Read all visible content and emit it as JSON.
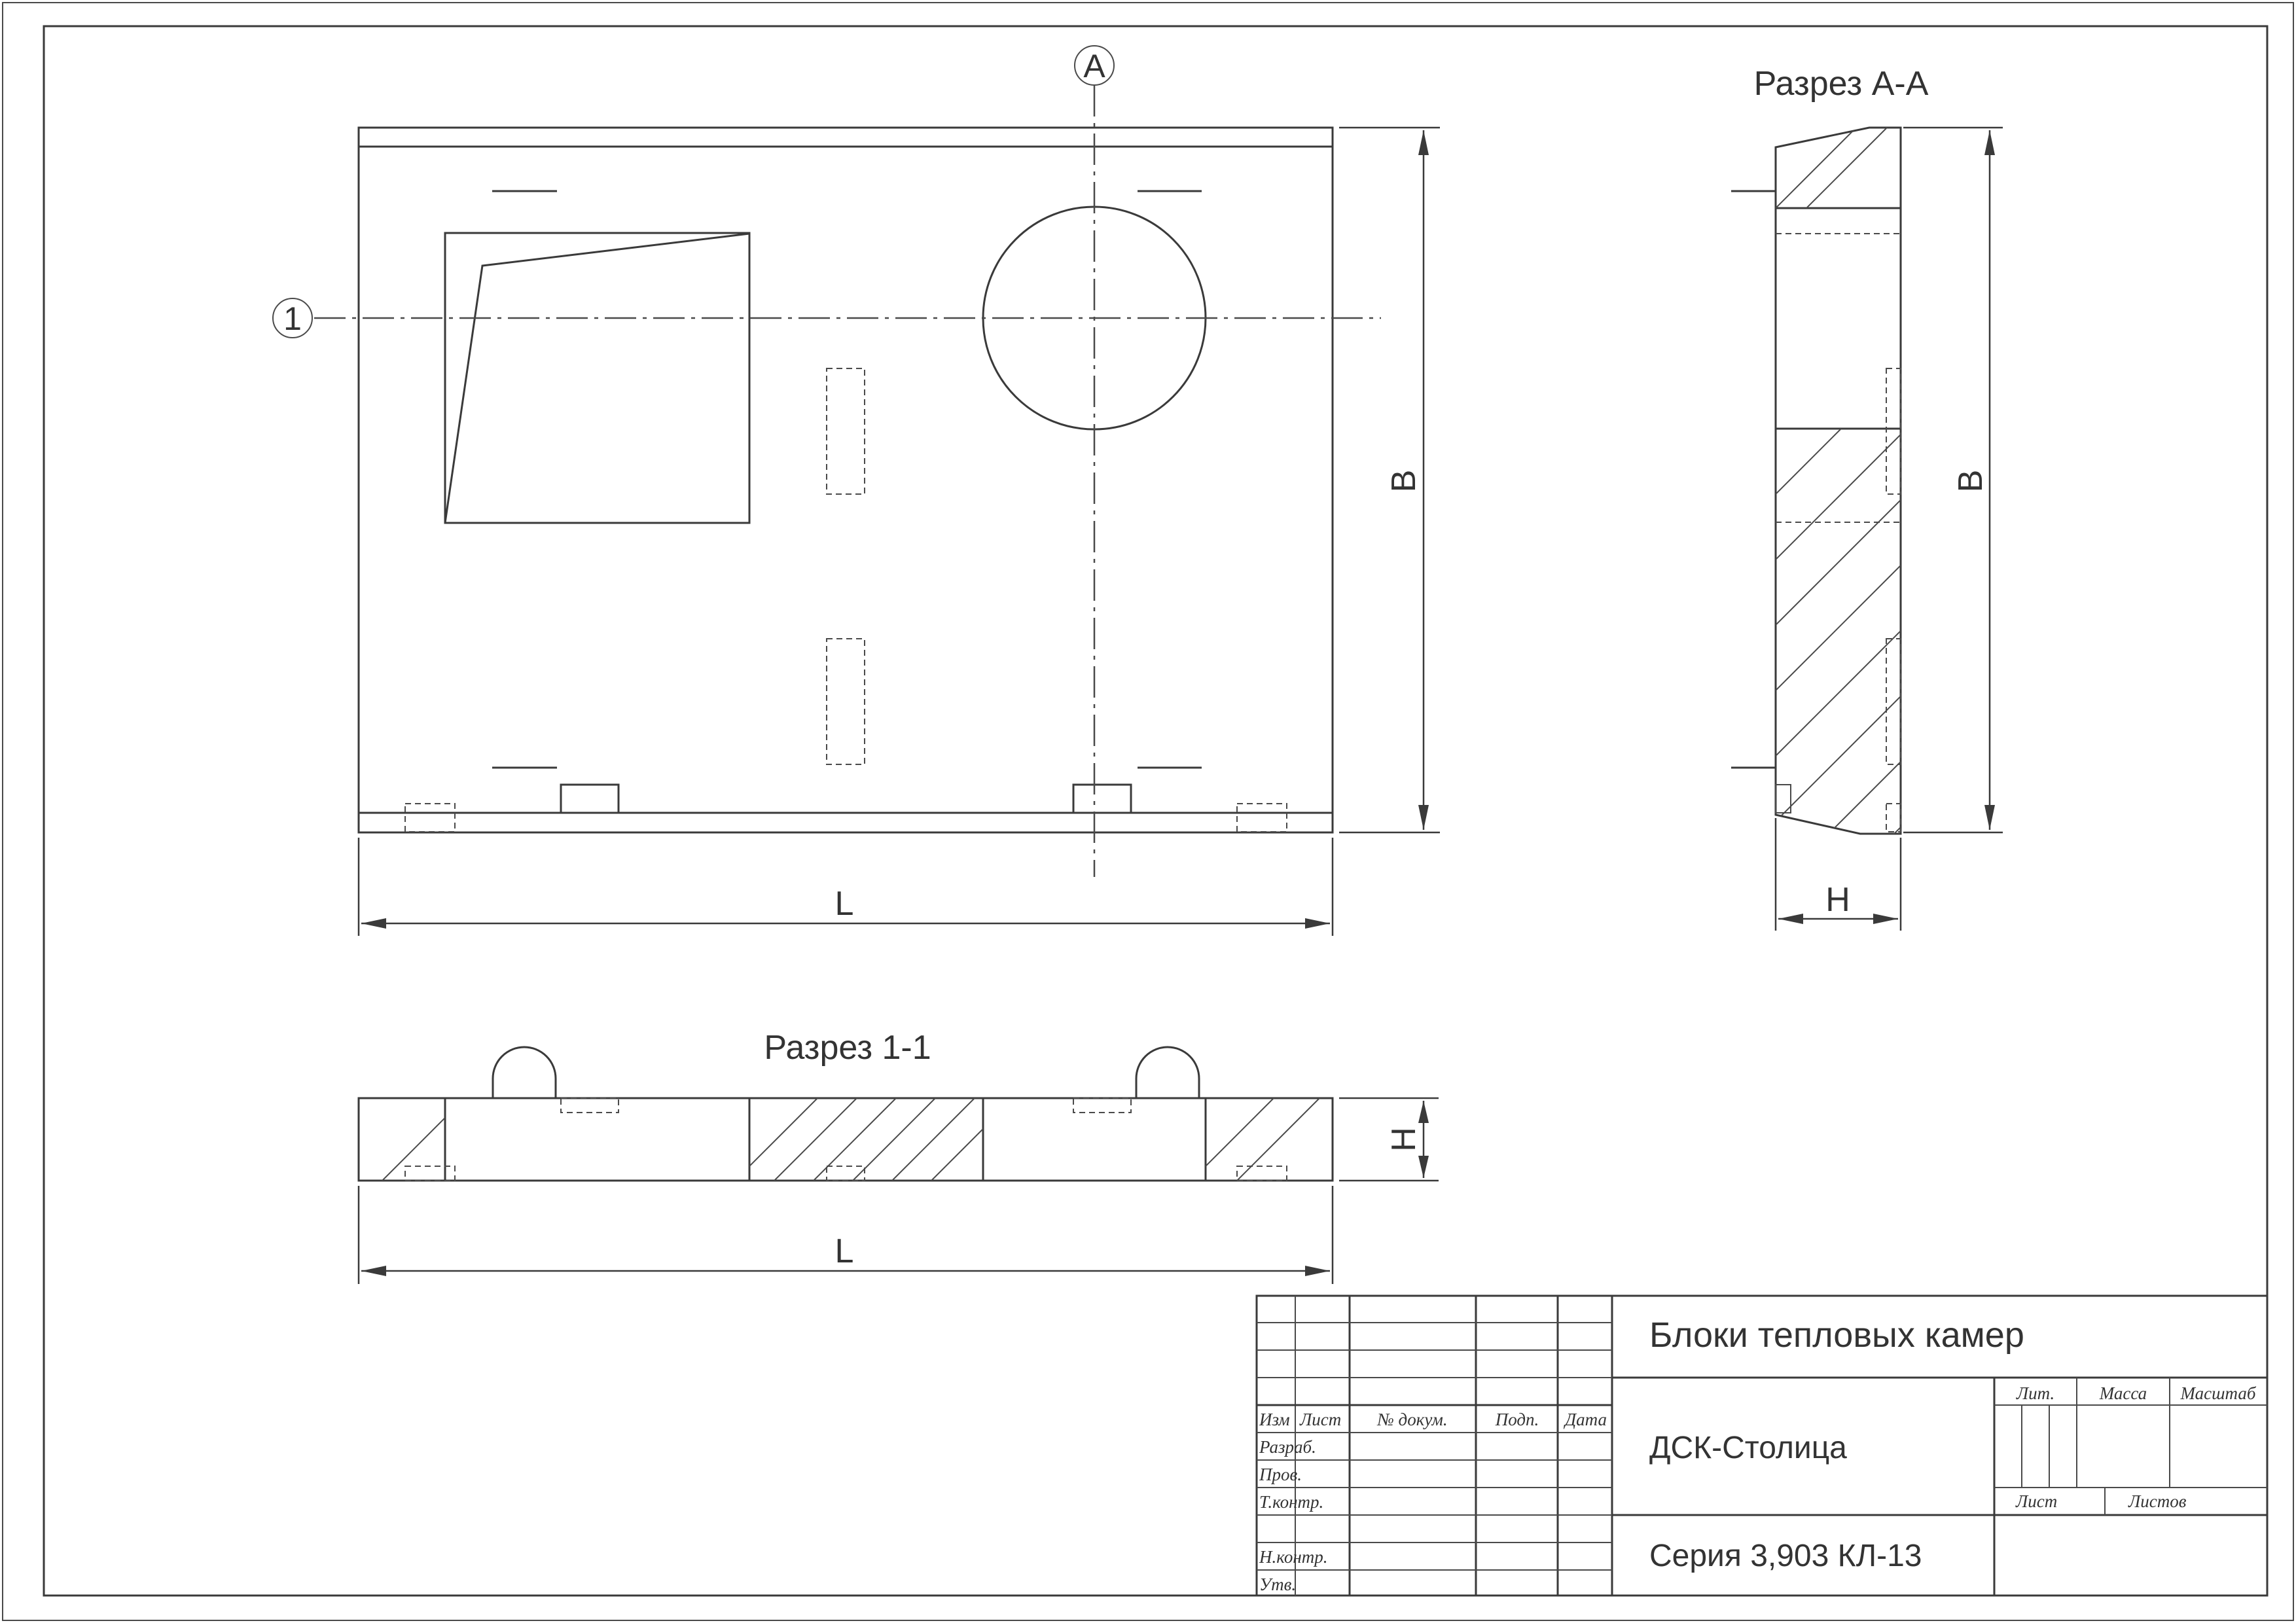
{
  "views": {
    "main_view": {
      "dim_length": "L",
      "dim_width": "B",
      "section_mark_a": "А",
      "section_mark_1": "1"
    },
    "section_aa": {
      "title": "Разрез А-А",
      "dim_width": "B",
      "dim_height": "H"
    },
    "section_11": {
      "title": "Разрез 1-1",
      "dim_length": "L",
      "dim_height": "H"
    }
  },
  "title_block": {
    "drawing_name": "Блоки тепловых камер",
    "organization": "ДСК-Столица",
    "series": "Серия 3,903 КЛ-13",
    "headers": {
      "izm": "Изм",
      "list": "Лист",
      "doc_no": "№ докум.",
      "sign": "Подп.",
      "date": "Дата"
    },
    "roles": {
      "developed": "Разраб.",
      "checked": "Пров.",
      "tech_control": "Т.контр.",
      "norm_control": "Н.контр.",
      "approved": "Утв."
    },
    "lit": "Лит.",
    "mass": "Масса",
    "scale": "Масштаб",
    "sheet": "Лист",
    "sheets": "Листов"
  }
}
